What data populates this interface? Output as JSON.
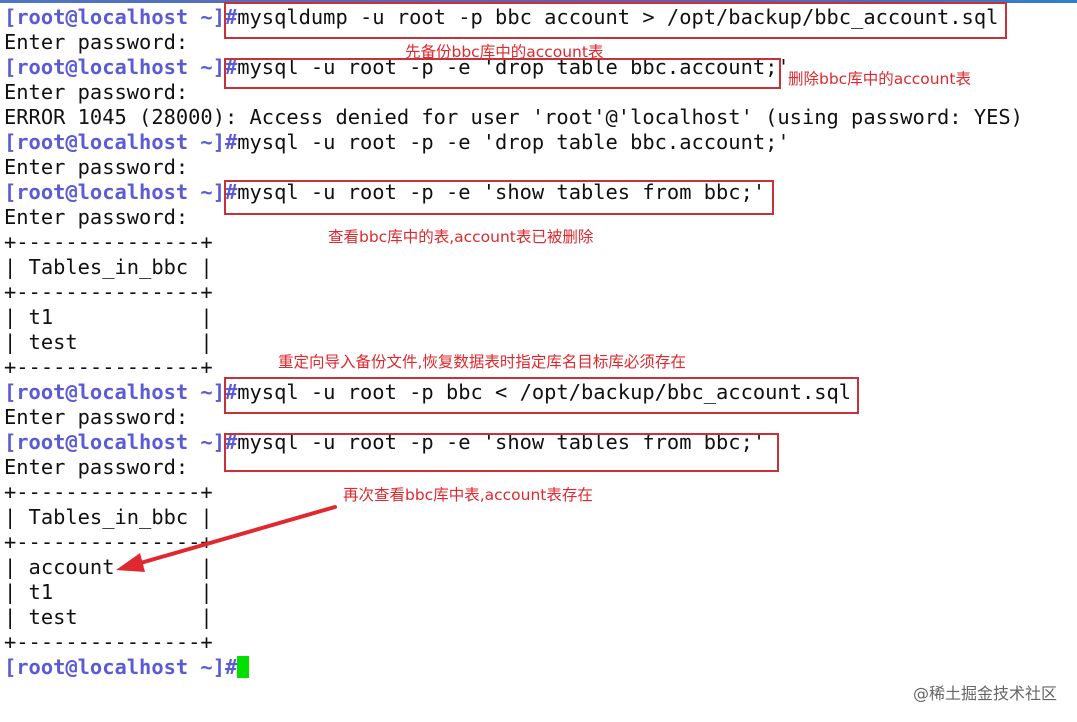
{
  "prompt": "[root@localhost ~]#",
  "lines": [
    {
      "type": "cmd",
      "text": "mysqldump -u root -p bbc account > /opt/backup/bbc_account.sql"
    },
    {
      "type": "out",
      "text": "Enter password:"
    },
    {
      "type": "cmd",
      "text": "mysql -u root -p -e 'drop table bbc.account;'"
    },
    {
      "type": "out",
      "text": "Enter password:"
    },
    {
      "type": "out",
      "text": "ERROR 1045 (28000): Access denied for user 'root'@'localhost' (using password: YES)"
    },
    {
      "type": "cmd",
      "text": "mysql -u root -p -e 'drop table bbc.account;'"
    },
    {
      "type": "out",
      "text": "Enter password:"
    },
    {
      "type": "cmd",
      "text": "mysql -u root -p -e 'show tables from bbc;'"
    },
    {
      "type": "out",
      "text": "Enter password:"
    },
    {
      "type": "out",
      "text": "+---------------+"
    },
    {
      "type": "out",
      "text": "| Tables_in_bbc |"
    },
    {
      "type": "out",
      "text": "+---------------+"
    },
    {
      "type": "out",
      "text": "| t1            |"
    },
    {
      "type": "out",
      "text": "| test          |"
    },
    {
      "type": "out",
      "text": "+---------------+"
    },
    {
      "type": "cmd",
      "text": "mysql -u root -p bbc < /opt/backup/bbc_account.sql"
    },
    {
      "type": "out",
      "text": "Enter password:"
    },
    {
      "type": "cmd",
      "text": "mysql -u root -p -e 'show tables from bbc;'"
    },
    {
      "type": "out",
      "text": "Enter password:"
    },
    {
      "type": "out",
      "text": "+---------------+"
    },
    {
      "type": "out",
      "text": "| Tables_in_bbc |"
    },
    {
      "type": "out",
      "text": "+---------------+"
    },
    {
      "type": "out",
      "text": "| account       |"
    },
    {
      "type": "out",
      "text": "| t1            |"
    },
    {
      "type": "out",
      "text": "| test          |"
    },
    {
      "type": "out",
      "text": "+---------------+"
    },
    {
      "type": "cursor",
      "text": ""
    }
  ],
  "annotations": {
    "backup": "先备份bbc库中的account表",
    "drop": "删除bbc库中的account表",
    "check_deleted": "查看bbc库中的表,account表已被删除",
    "restore": "重定向导入备份文件,恢复数据表时指定库名目标库必须存在",
    "check_restored": "再次查看bbc库中表,account表存在"
  },
  "watermark": "@稀土掘金技术社区",
  "colors": {
    "prompt": "#5b5bd6",
    "annotation": "#e0282e",
    "box": "#c8303a",
    "cursor": "#00e000"
  }
}
